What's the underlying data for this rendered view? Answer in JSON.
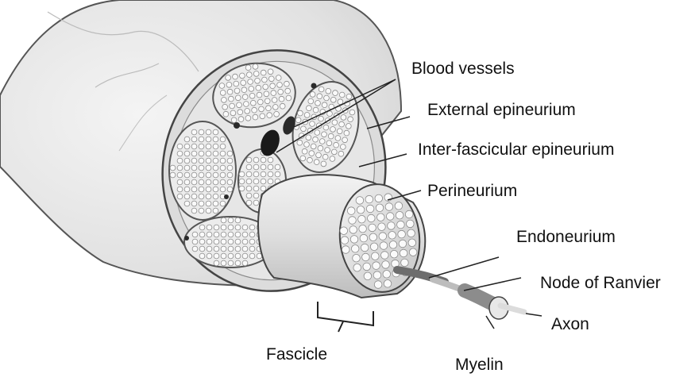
{
  "diagram": {
    "labels": {
      "blood_vessels": "Blood vessels",
      "external_epineurium": "External epineurium",
      "interfascicular_epineurium": "Inter-fascicular epineurium",
      "perineurium": "Perineurium",
      "endoneurium": "Endoneurium",
      "node_of_ranvier": "Node of Ranvier",
      "axon": "Axon",
      "fascicle": "Fascicle",
      "myelin": "Myelin"
    }
  }
}
